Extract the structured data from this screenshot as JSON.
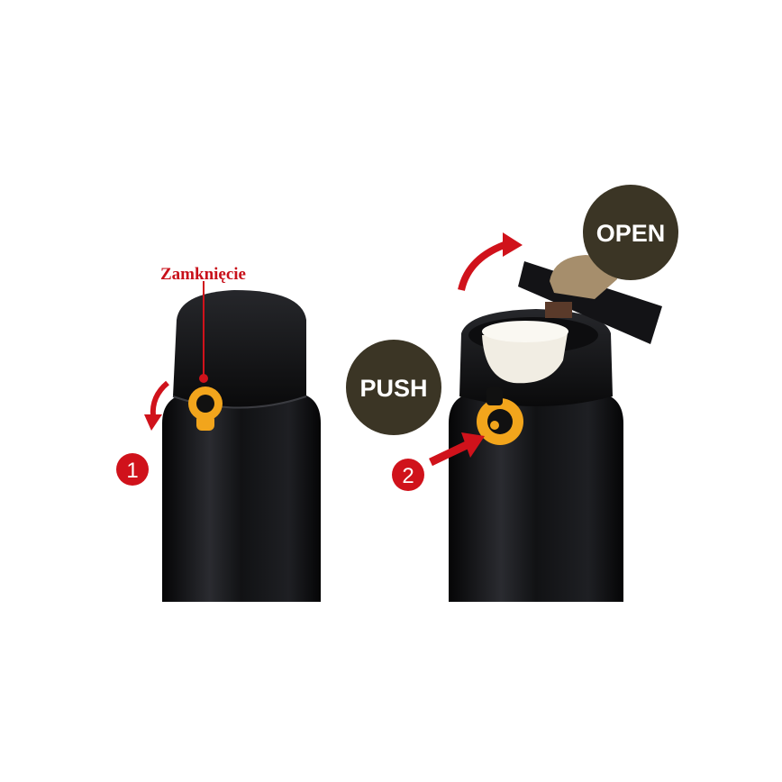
{
  "labels": {
    "lock_label": "Zamknięcie",
    "step_1": "1",
    "step_2": "2",
    "push": "PUSH",
    "open": "OPEN"
  },
  "colors": {
    "accent_red": "#d0121b",
    "badge_dark": "#3b3525",
    "bottle_black": "#0c0c0e",
    "lock_orange": "#f2a51c",
    "lid_tan": "#a68e6c"
  }
}
